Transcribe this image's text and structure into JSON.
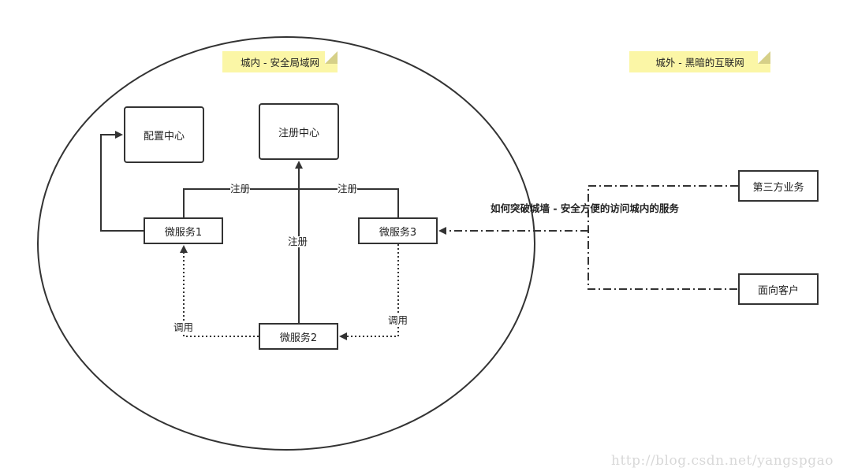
{
  "zones": {
    "inner": "城内 - 安全局域网",
    "outer": "城外 - 黑暗的互联网"
  },
  "nodes": {
    "config_center": "配置中心",
    "registry_center": "注册中心",
    "ms1": "微服务1",
    "ms2": "微服务2",
    "ms3": "微服务3",
    "third_party": "第三方业务",
    "customer": "面向客户"
  },
  "edges": {
    "register_left": "注册",
    "register_right": "注册",
    "register_mid": "注册",
    "call_left": "调用",
    "call_right": "调用"
  },
  "question": "如何突破城墙 - 安全方便的访问城内的服务",
  "watermark": "http://blog.csdn.net/yangspgao"
}
